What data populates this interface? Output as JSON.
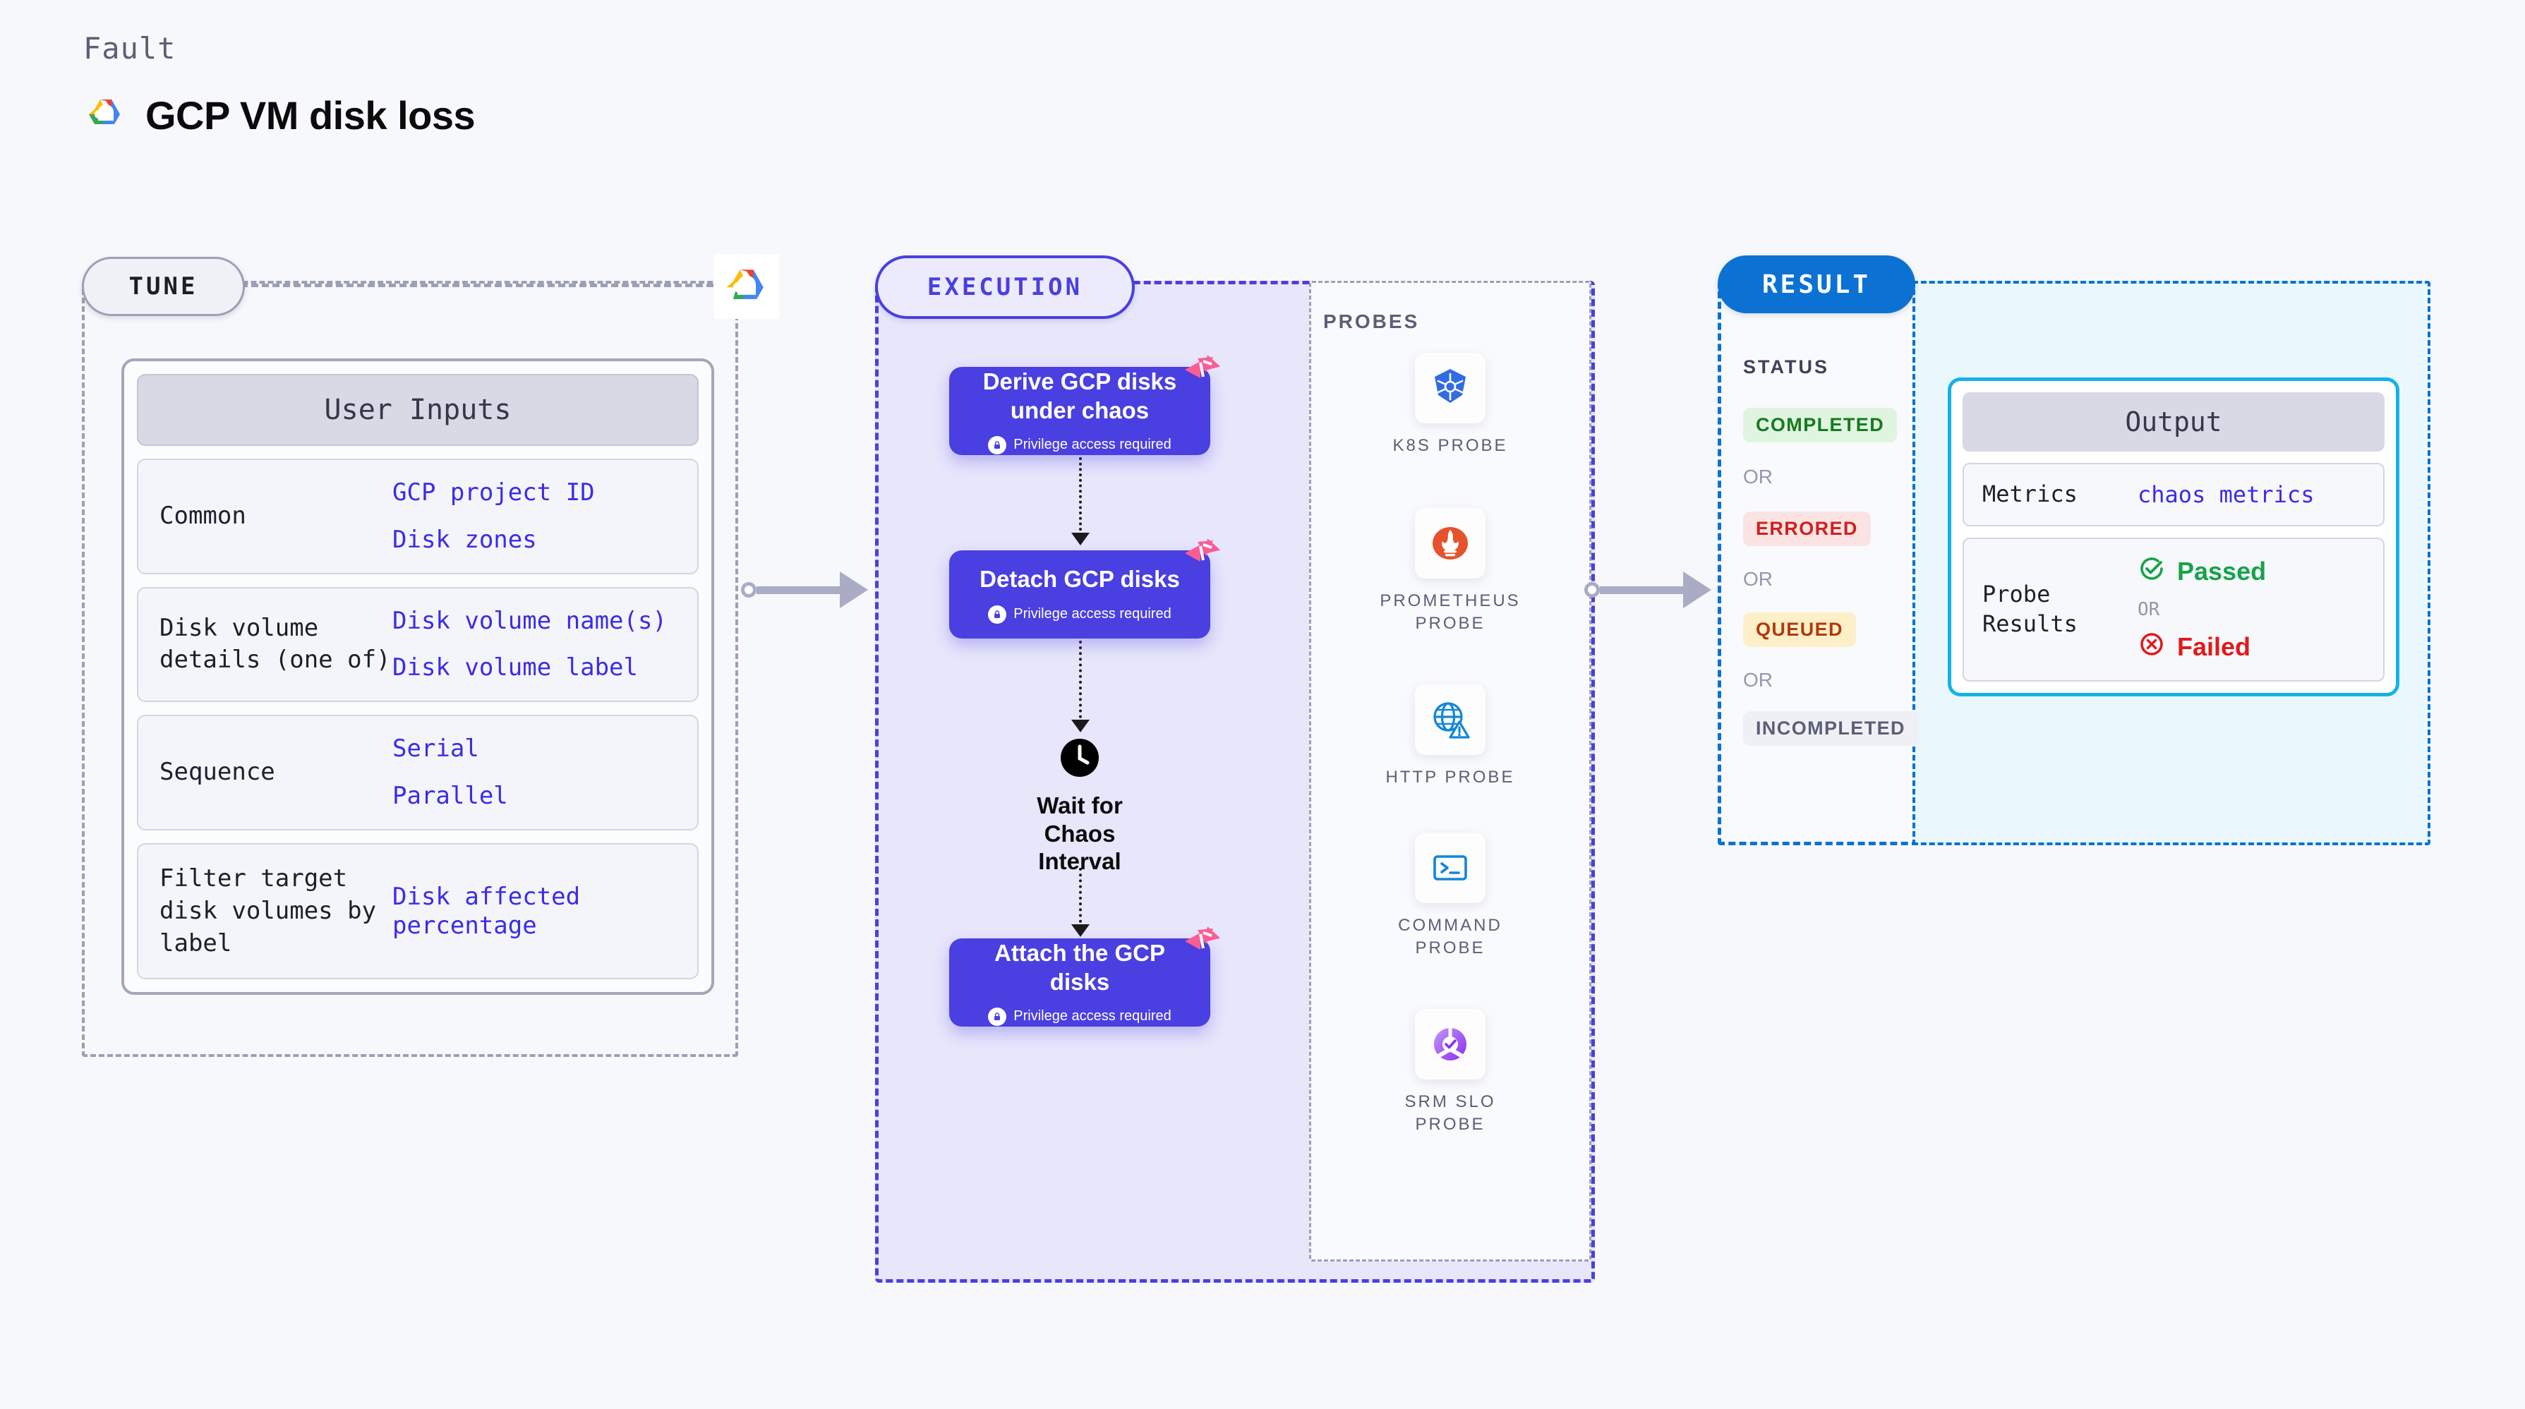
{
  "header": {
    "kicker": "Fault",
    "title": "GCP VM disk loss",
    "logo_icon": "gcp-logo-icon"
  },
  "sections": {
    "tune_label": "TUNE",
    "execution_label": "EXECUTION",
    "result_label": "RESULT",
    "probes_label": "PROBES",
    "status_label": "STATUS"
  },
  "tune": {
    "card_title": "User Inputs",
    "rows": [
      {
        "key": "Common",
        "values": [
          "GCP project ID",
          "Disk zones"
        ]
      },
      {
        "key": "Disk volume details (one of)",
        "values": [
          "Disk volume name(s)",
          "Disk volume label"
        ]
      },
      {
        "key": "Sequence",
        "values": [
          "Serial",
          "Parallel"
        ]
      },
      {
        "key": "Filter target disk volumes by label",
        "values": [
          "Disk affected percentage"
        ]
      }
    ]
  },
  "execution": {
    "privilege_note": "Privilege access required",
    "nodes": [
      {
        "title": "Derive GCP disks under chaos",
        "badge_icon": "litmus-chaos-badge-icon",
        "lock_icon": "lock-icon"
      },
      {
        "title": "Detach GCP disks",
        "badge_icon": "litmus-chaos-badge-icon",
        "lock_icon": "lock-icon"
      },
      {
        "title": "Attach the GCP disks",
        "badge_icon": "litmus-chaos-badge-icon",
        "lock_icon": "lock-icon"
      }
    ],
    "wait": {
      "label": "Wait for Chaos Interval",
      "icon": "clock-icon"
    }
  },
  "probes": [
    {
      "label": "K8S PROBE",
      "icon": "kubernetes-icon"
    },
    {
      "label": "PROMETHEUS PROBE",
      "icon": "prometheus-icon"
    },
    {
      "label": "HTTP PROBE",
      "icon": "globe-warning-icon"
    },
    {
      "label": "COMMAND PROBE",
      "icon": "terminal-icon"
    },
    {
      "label": "SRM SLO PROBE",
      "icon": "srm-slo-icon"
    }
  ],
  "result": {
    "status_values": [
      {
        "text": "COMPLETED",
        "tone": "success"
      },
      {
        "text": "ERRORED",
        "tone": "error"
      },
      {
        "text": "QUEUED",
        "tone": "warning"
      },
      {
        "text": "INCOMPLETED",
        "tone": "neutral"
      }
    ],
    "or_text": "OR",
    "output": {
      "card_title": "Output",
      "metrics_key": "Metrics",
      "metrics_value": "chaos metrics",
      "probe_results_key": "Probe Results",
      "passed_text": "Passed",
      "failed_text": "Failed",
      "or_text": "OR",
      "passed_icon": "check-circle-icon",
      "failed_icon": "x-circle-icon"
    }
  },
  "colors": {
    "page_bg": "#f7f8fc",
    "execution_accent": "#4a3fe0",
    "execution_fill": "#e7e6fb",
    "result_accent": "#0b72d4",
    "output_accent": "#14b2e6",
    "tune_accent": "#9ba0b5",
    "link_text": "#3b2ce8",
    "badge_pink": "#fa5d94",
    "success": "#16a34a",
    "error": "#e01b1b"
  }
}
